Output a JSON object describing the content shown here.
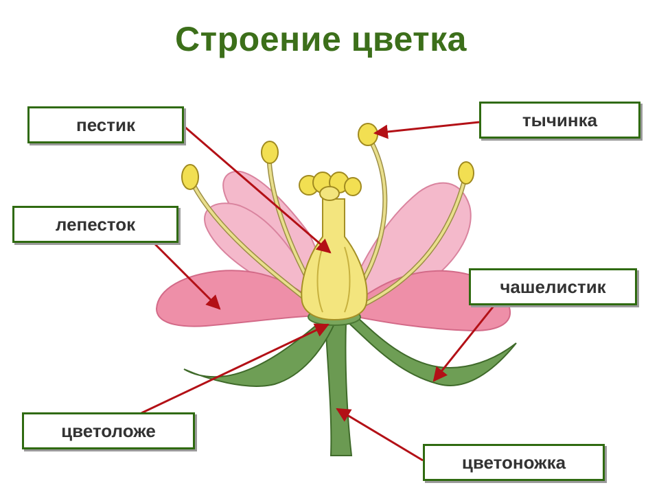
{
  "title": "Строение цветка",
  "labels": {
    "pestik": "пестик",
    "tychinka": "тычинка",
    "lepestok": "лепесток",
    "chashelistik": "чашелистик",
    "tsvetolozhe": "цветоложе",
    "tsvetonozhka": "цветоножка"
  },
  "colors": {
    "title": "#3c6f1a",
    "box_border": "#2f6a10",
    "arrow": "#b31016",
    "petal_light": "#f4b9cb",
    "petal_dark": "#ee8fa8",
    "sepal": "#6e9e55",
    "stem": "#6b9a52",
    "anther": "#f2df52",
    "filament": "#e9df8c",
    "pistil": "#f3e57e"
  }
}
